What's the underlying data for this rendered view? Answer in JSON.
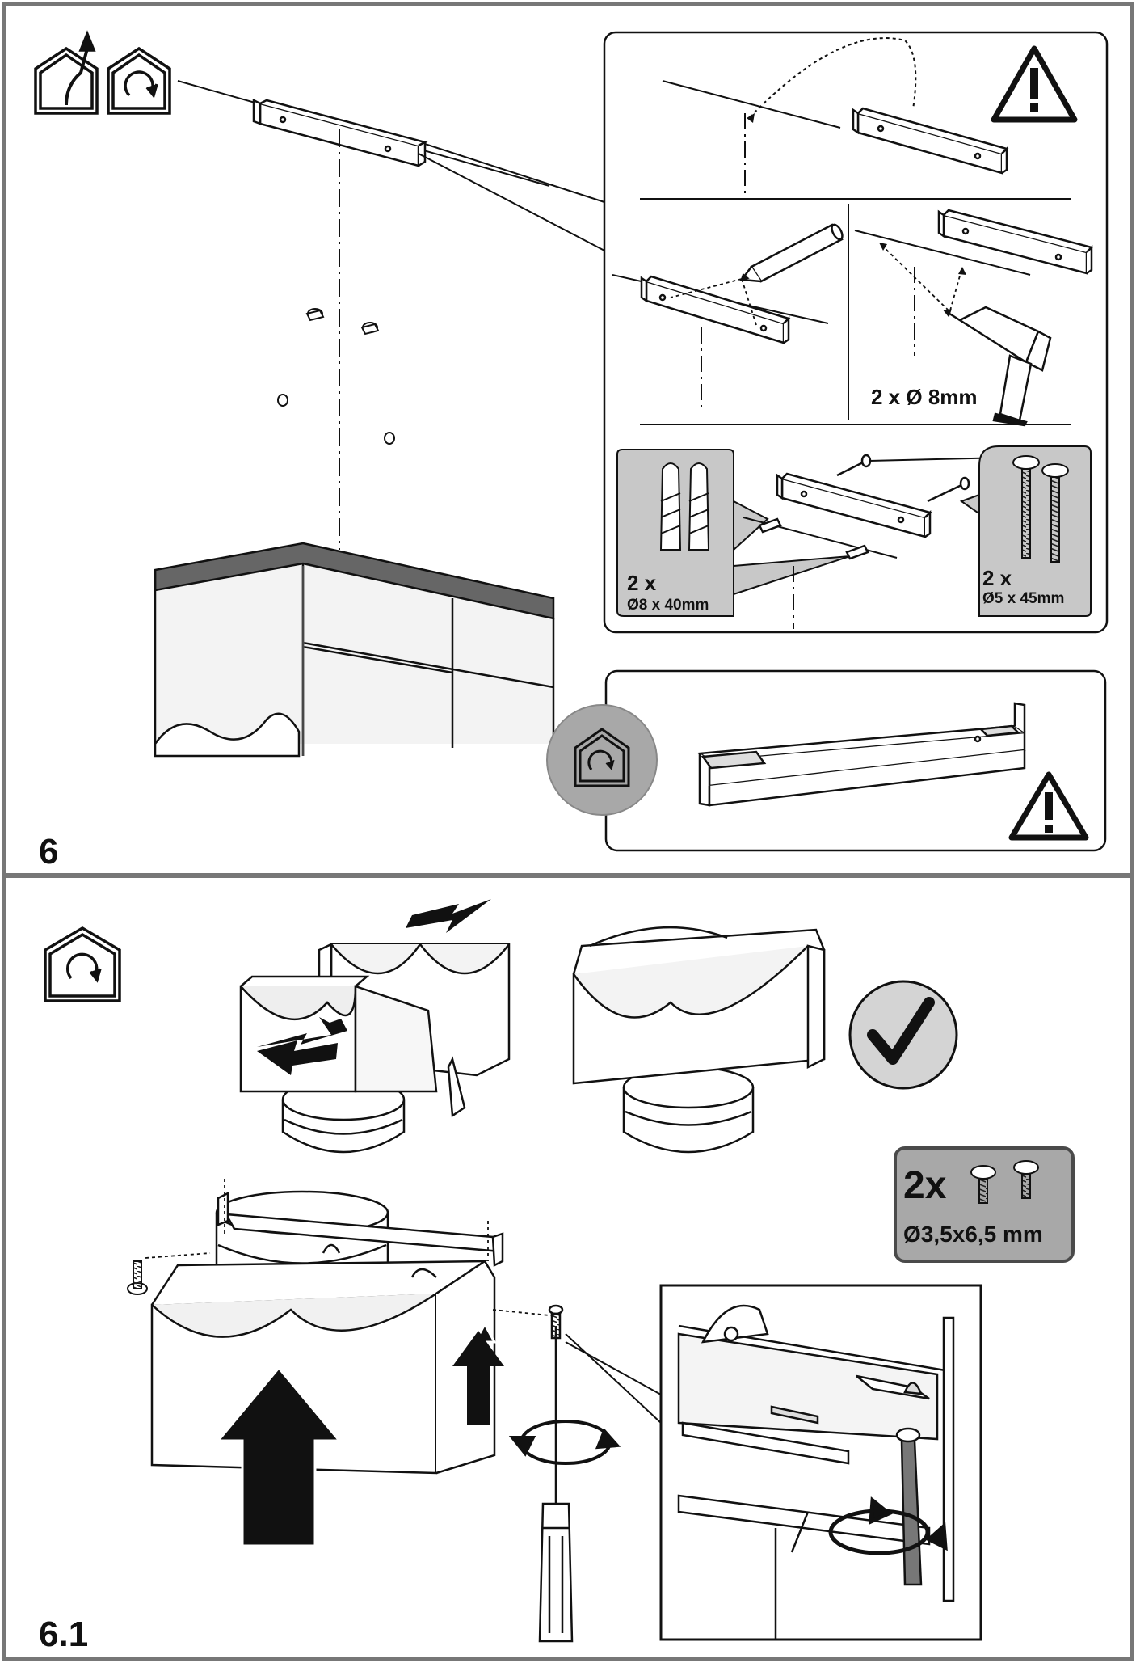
{
  "steps": [
    {
      "number": "6",
      "drill_spec": "2 x Ø 8mm",
      "plugs": {
        "qty": "2 x",
        "size": "Ø8 x 40mm"
      },
      "screws": {
        "qty": "2 x",
        "size": "Ø5 x 45mm"
      },
      "icons": [
        "ducted-mode-icon",
        "recirculation-mode-icon",
        "warning-icon",
        "pencil-icon",
        "drill-icon"
      ]
    },
    {
      "number": "6.1",
      "screws": {
        "qty": "2x",
        "size": "Ø3,5x6,5 mm"
      },
      "icons": [
        "recirculation-mode-icon",
        "checkmark-icon",
        "screwdriver-icon",
        "rotation-arrow-icon"
      ]
    }
  ],
  "colors": {
    "frame": "#777777",
    "line": "#111111",
    "callout_gray": "#c8c8c8",
    "badge_gray": "#a8a8a8",
    "counter_gray": "#4a4a4a"
  }
}
